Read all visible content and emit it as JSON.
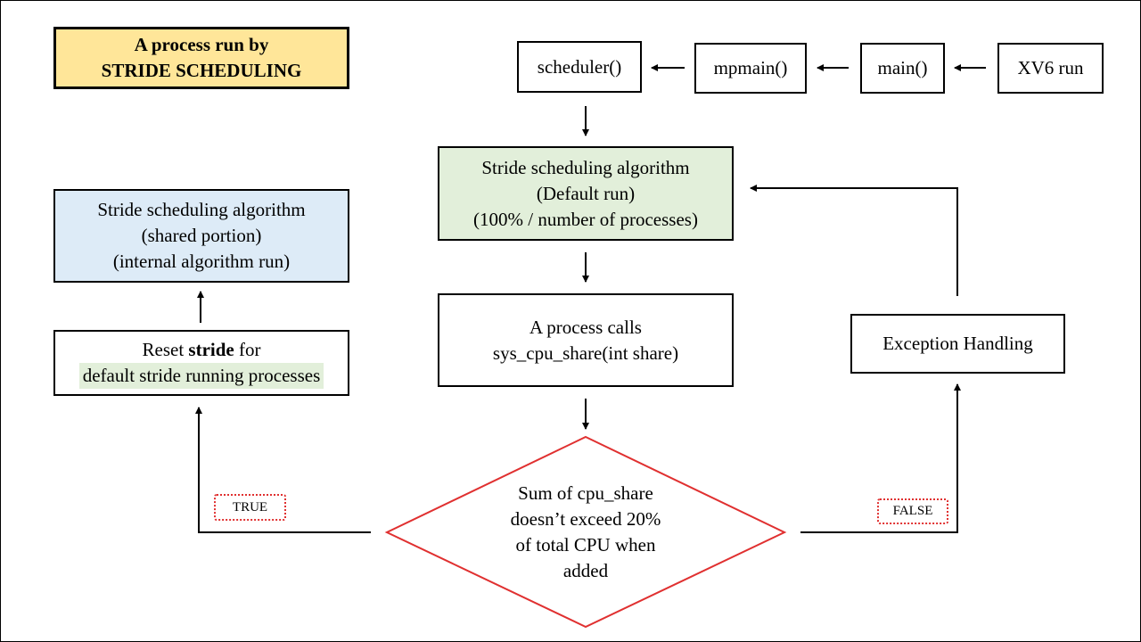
{
  "title": {
    "line1": "A process run by",
    "line2": "STRIDE SCHEDULING"
  },
  "top_chain": {
    "scheduler": "scheduler()",
    "mpmain": "mpmain()",
    "main": "main()",
    "xv6": "XV6 run"
  },
  "default_algo": {
    "line1": "Stride scheduling algorithm",
    "line2": "(Default run)",
    "line3": "(100% / number of processes)"
  },
  "process_call": {
    "line1": "A process calls",
    "line2": "sys_cpu_share(int share)"
  },
  "decision": {
    "line1": "Sum of cpu_share",
    "line2": "doesn’t exceed 20%",
    "line3": "of total CPU when",
    "line4": "added"
  },
  "shared_algo": {
    "line1": "Stride scheduling algorithm",
    "line2": "(shared portion)",
    "line3": "(internal algorithm run)"
  },
  "reset": {
    "prefix": "Reset ",
    "bold": "stride",
    "suffix": " for",
    "line2": "default stride running processes"
  },
  "exception": "Exception Handling",
  "labels": {
    "true": "TRUE",
    "false": "FALSE"
  },
  "colors": {
    "title_fill": "#ffe699",
    "green_fill": "#e2efda",
    "blue_fill": "#ddebf7",
    "decision_stroke": "#e03030"
  }
}
